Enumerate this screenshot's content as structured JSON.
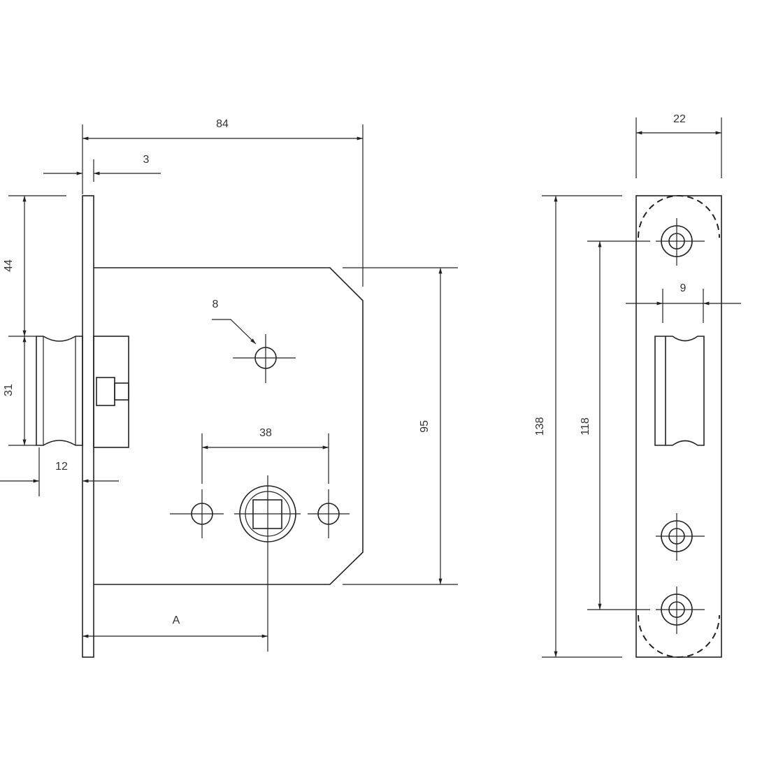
{
  "drawing": {
    "lock_body": {
      "dimensions": {
        "overall_depth": "84",
        "faceplate_thickness": "3",
        "latch_top_offset": "44",
        "latch_height": "31",
        "latch_projection": "12",
        "hole_diameter": "8",
        "hole_spacing": "38",
        "case_height": "95",
        "backset": "A"
      }
    },
    "strike_plate": {
      "dimensions": {
        "width": "22",
        "slot_width": "9",
        "overall_height": "138",
        "screw_spacing": "118"
      }
    },
    "colors": {
      "line": "#222222",
      "background": "#ffffff"
    }
  }
}
